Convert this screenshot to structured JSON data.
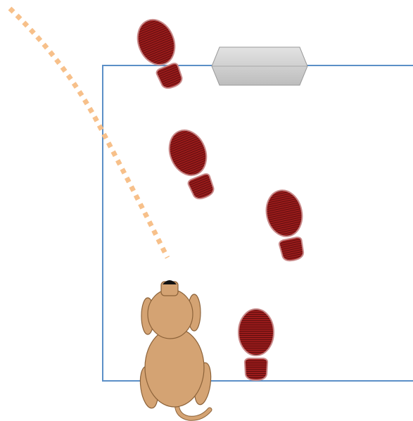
{
  "scene": {
    "room": {
      "border_color": "#5b8fc7"
    },
    "door": {
      "fill_top": "#dcdcdc",
      "fill_bottom": "#c4c4c4",
      "stroke": "#9a9a9a"
    },
    "leash": {
      "color": "#f7c08a",
      "style": "dotted"
    },
    "footprints": {
      "fill": "#9b1b1b",
      "tread_color": "#3d0606",
      "outline": "#c98a8a",
      "count": 4
    },
    "dog": {
      "body_color": "#d4a373",
      "outline_color": "#8c6239",
      "nose_color": "#111111",
      "view": "top-down"
    }
  }
}
